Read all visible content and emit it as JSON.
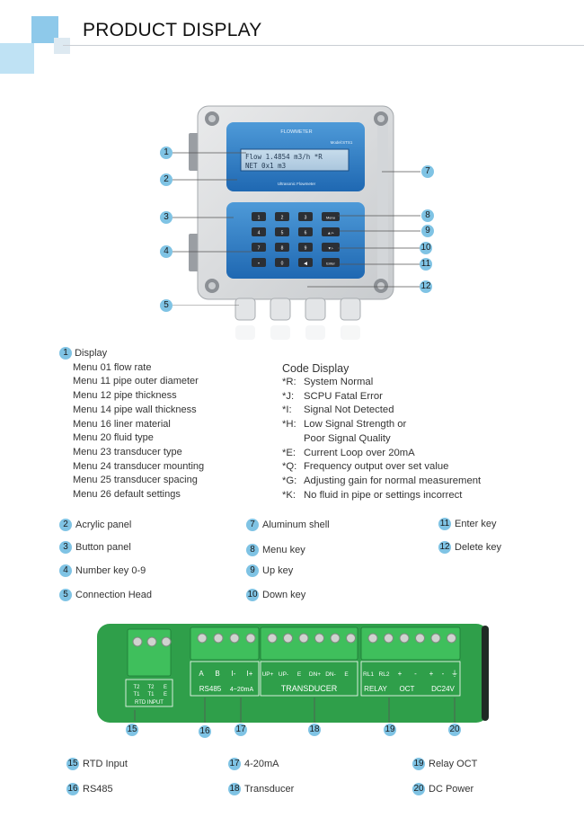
{
  "header": {
    "title": "PRODUCT DISPLAY"
  },
  "device": {
    "brand": "FLOWMETER",
    "model": "Model:STS1",
    "lcd_line1": "Flow  1.4854 m3/h *R",
    "lcd_line2": "NET      0x1 m3",
    "panel_caption": "Ultrasonic Flowmeter",
    "keys": [
      "1",
      "2",
      "3",
      "Menu",
      "4",
      "5",
      "6",
      "▲/+",
      "7",
      "8",
      "9",
      "▼/-",
      "•",
      "0",
      "◀",
      "Enter"
    ]
  },
  "device_callouts": [
    "1",
    "2",
    "3",
    "4",
    "5",
    "7",
    "8",
    "9",
    "10",
    "11",
    "12"
  ],
  "display_section": {
    "num": "1",
    "title": "Display",
    "menus": [
      "Menu 01 flow rate",
      "Menu 11 pipe outer diameter",
      "Menu 12 pipe thickness",
      "Menu 14 pipe wall thickness",
      "Menu 16 liner material",
      "Menu 20 fluid type",
      "Menu 23 transducer type",
      "Menu 24 transducer mounting",
      "Menu 25 transducer spacing",
      "Menu 26 default settings"
    ]
  },
  "code_display": {
    "title": "Code Display",
    "codes": [
      {
        "code": "*R:",
        "desc": "System Normal"
      },
      {
        "code": "*J:",
        "desc": "SCPU Fatal Error"
      },
      {
        "code": "*I:",
        "desc": "Signal Not Detected"
      },
      {
        "code": "*H:",
        "desc": "Low Signal Strength or"
      },
      {
        "code": "",
        "desc": "Poor Signal Quality"
      },
      {
        "code": "*E:",
        "desc": "Current Loop over 20mA"
      },
      {
        "code": "*Q:",
        "desc": "Frequency output over set value"
      },
      {
        "code": "*G:",
        "desc": "Adjusting gain for normal measurement"
      },
      {
        "code": "*K:",
        "desc": "No fluid in pipe or settings incorrect"
      }
    ]
  },
  "parts": [
    {
      "num": "2",
      "label": "Acrylic panel"
    },
    {
      "num": "3",
      "label": "Button panel"
    },
    {
      "num": "4",
      "label": "Number key 0-9"
    },
    {
      "num": "5",
      "label": "Connection Head"
    },
    {
      "num": "7",
      "label": "Aluminum shell"
    },
    {
      "num": "8",
      "label": "Menu key"
    },
    {
      "num": "9",
      "label": "Up key"
    },
    {
      "num": "10",
      "label": "Down key"
    },
    {
      "num": "11",
      "label": "Enter key"
    },
    {
      "num": "12",
      "label": "Delete key"
    }
  ],
  "terminal_board": {
    "rtd": {
      "top": [
        "T2",
        "T2",
        "E"
      ],
      "bottom": [
        "T1",
        "T1",
        "E"
      ],
      "caption": "RTD INPUT"
    },
    "rs485": {
      "pins": [
        "A",
        "B"
      ],
      "caption": "RS485"
    },
    "current": {
      "pins": [
        "I-",
        "I+"
      ],
      "caption": "4~20mA"
    },
    "transducer": {
      "pins": [
        "UP+",
        "UP-",
        "E",
        "DN+",
        "DN-",
        "E"
      ],
      "caption": "TRANSDUCER"
    },
    "relay": {
      "pins": [
        "RL1",
        "RL2"
      ],
      "caption": "RELAY"
    },
    "oct": {
      "pins": [
        "+",
        "-"
      ],
      "caption": "OCT"
    },
    "dc": {
      "pins": [
        "+",
        "-",
        "⏚"
      ],
      "caption": "DC24V"
    },
    "callouts": [
      "15",
      "16",
      "17",
      "18",
      "19",
      "20"
    ]
  },
  "terminals": [
    {
      "num": "15",
      "label": "RTD Input"
    },
    {
      "num": "16",
      "label": "RS485"
    },
    {
      "num": "17",
      "label": "4-20mA"
    },
    {
      "num": "18",
      "label": "Transducer"
    },
    {
      "num": "19",
      "label": "Relay OCT"
    },
    {
      "num": "20",
      "label": "DC Power"
    }
  ],
  "colors": {
    "accent": "#7fc3e4",
    "panel_blue": "#2f7fc6",
    "board_green": "#2f9f4a"
  }
}
